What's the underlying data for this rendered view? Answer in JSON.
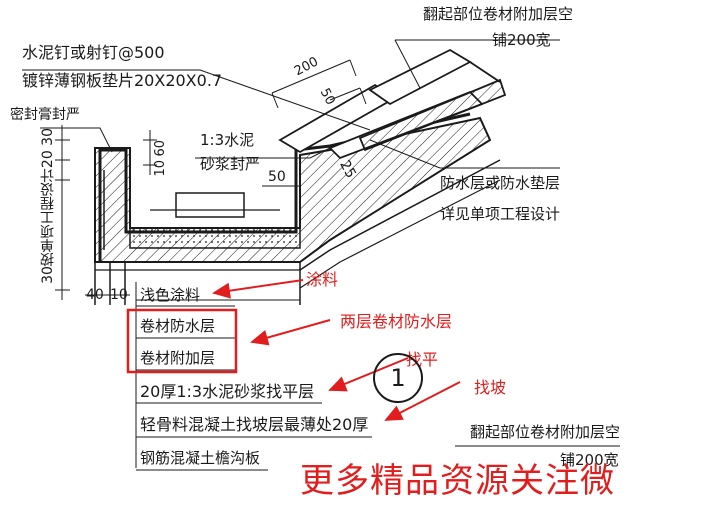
{
  "labels": {
    "nail": "水泥钉或射钉@500",
    "washer": "镀锌薄钢板垫片20X20X0.7",
    "seal_strict": "密封膏封严",
    "mortar_seal_1": "1:3水泥",
    "mortar_seal_2": "砂浆封严",
    "top_right_1": "翻起部位卷材附加层空",
    "top_right_2": "铺200宽",
    "waterproof_1": "防水层或防水垫层",
    "waterproof_2": "详见单项工程设计",
    "dim_200": "200",
    "dim_50_top": "50",
    "dim_50_mid": "50",
    "dim_25": "25",
    "dim_60": "60",
    "dim_10_mid": "10",
    "dim_left_vert": "30按单项工程设计20 30",
    "dim_40": "40",
    "dim_10": "10",
    "callout_number": "1",
    "bottom_right_1": "翻起部位卷材附加层空",
    "bottom_right_2": "铺200宽"
  },
  "layers": [
    "浅色涂料",
    "卷材防水层",
    "卷材附加层",
    "20厚1:3水泥砂浆找平层",
    "轻骨料混凝土找坡层最薄处20厚",
    "钢筋混凝土檐沟板"
  ],
  "annotations": {
    "paint": "涂料",
    "two_layers": "两层卷材防水层",
    "leveling": "找平",
    "slope": "找坡"
  },
  "watermark": "更多精品资源关注微",
  "colors": {
    "line": "#1a1a1a",
    "annotation": "#e11d1d"
  }
}
